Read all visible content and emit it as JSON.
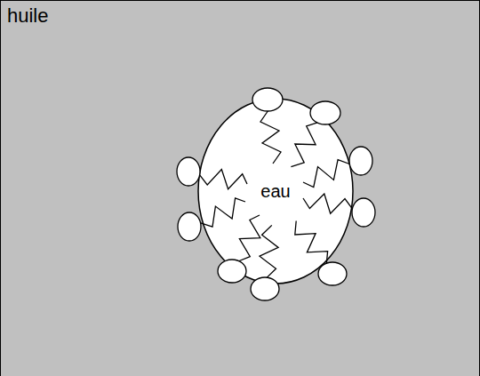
{
  "diagram": {
    "nodes": [
      {
        "text": [
          "huile"
        ]
      },
      {
        "text": [
          "eau"
        ],
        "in": 0
      }
    ]
  }
}
